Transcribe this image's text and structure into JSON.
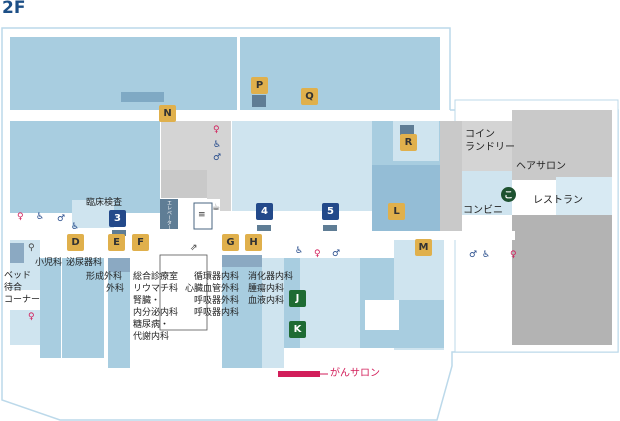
{
  "floor_label": "2F",
  "colors": {
    "room_blue": "#a8cde0",
    "light_blue": "#cfe4ef",
    "gray": "#d4d4d4",
    "dark_gray": "#b3b3b3",
    "marker_yellow": "#e0b04c",
    "marker_navy": "#23498a",
    "marker_green": "#1e6b33",
    "cancer_salon_red": "#d21e5a"
  },
  "markers": [
    {
      "id": "P",
      "style": "yellow"
    },
    {
      "id": "Q",
      "style": "yellow"
    },
    {
      "id": "N",
      "style": "yellow"
    },
    {
      "id": "R",
      "style": "yellow"
    },
    {
      "id": "3",
      "style": "navy"
    },
    {
      "id": "4",
      "style": "navy"
    },
    {
      "id": "5",
      "style": "navy"
    },
    {
      "id": "L",
      "style": "yellow"
    },
    {
      "id": "D",
      "style": "yellow"
    },
    {
      "id": "E",
      "style": "yellow"
    },
    {
      "id": "F",
      "style": "yellow"
    },
    {
      "id": "G",
      "style": "yellow"
    },
    {
      "id": "H",
      "style": "yellow"
    },
    {
      "id": "M",
      "style": "yellow"
    },
    {
      "id": "J",
      "style": "green"
    },
    {
      "id": "K",
      "style": "green"
    }
  ],
  "labels": {
    "coin_laundry_1": "コイン",
    "coin_laundry_2": "ランドリー",
    "hair_salon": "ヘアサロン",
    "convenience": "コンビニ",
    "convenience_mark": "こ",
    "restaurant": "レストラン",
    "clinical_lab": "臨床検査",
    "pediatrics": "小児科",
    "urology": "泌尿器科",
    "bed_waiting_1": "ベッド",
    "bed_waiting_2": "待合",
    "bed_waiting_3": "コーナー",
    "plastic_surgery": "形成外科",
    "surgery": "外科",
    "general_1": "総合診療室",
    "general_2": "リウマチ科",
    "general_3": "腎臓・",
    "general_4": "内分泌内科",
    "general_5": "糖尿病・",
    "general_6": "代謝内科",
    "cardio_1": "循環器内科",
    "cardio_2": "心臓血管外科",
    "cardio_3": "呼吸器外科",
    "cardio_4": "呼吸器内科",
    "gastro_1": "消化器内科",
    "gastro_2": "腫瘍内科",
    "gastro_3": "血液内科",
    "cancer_salon": "がんサロン",
    "elevator": "エレベーター"
  },
  "icons": [
    "restroom-icon",
    "wheelchair-icon",
    "family-restroom-icon",
    "escalator-icon",
    "elevator-icon",
    "stairs-icon",
    "cafe-cup-icon"
  ]
}
